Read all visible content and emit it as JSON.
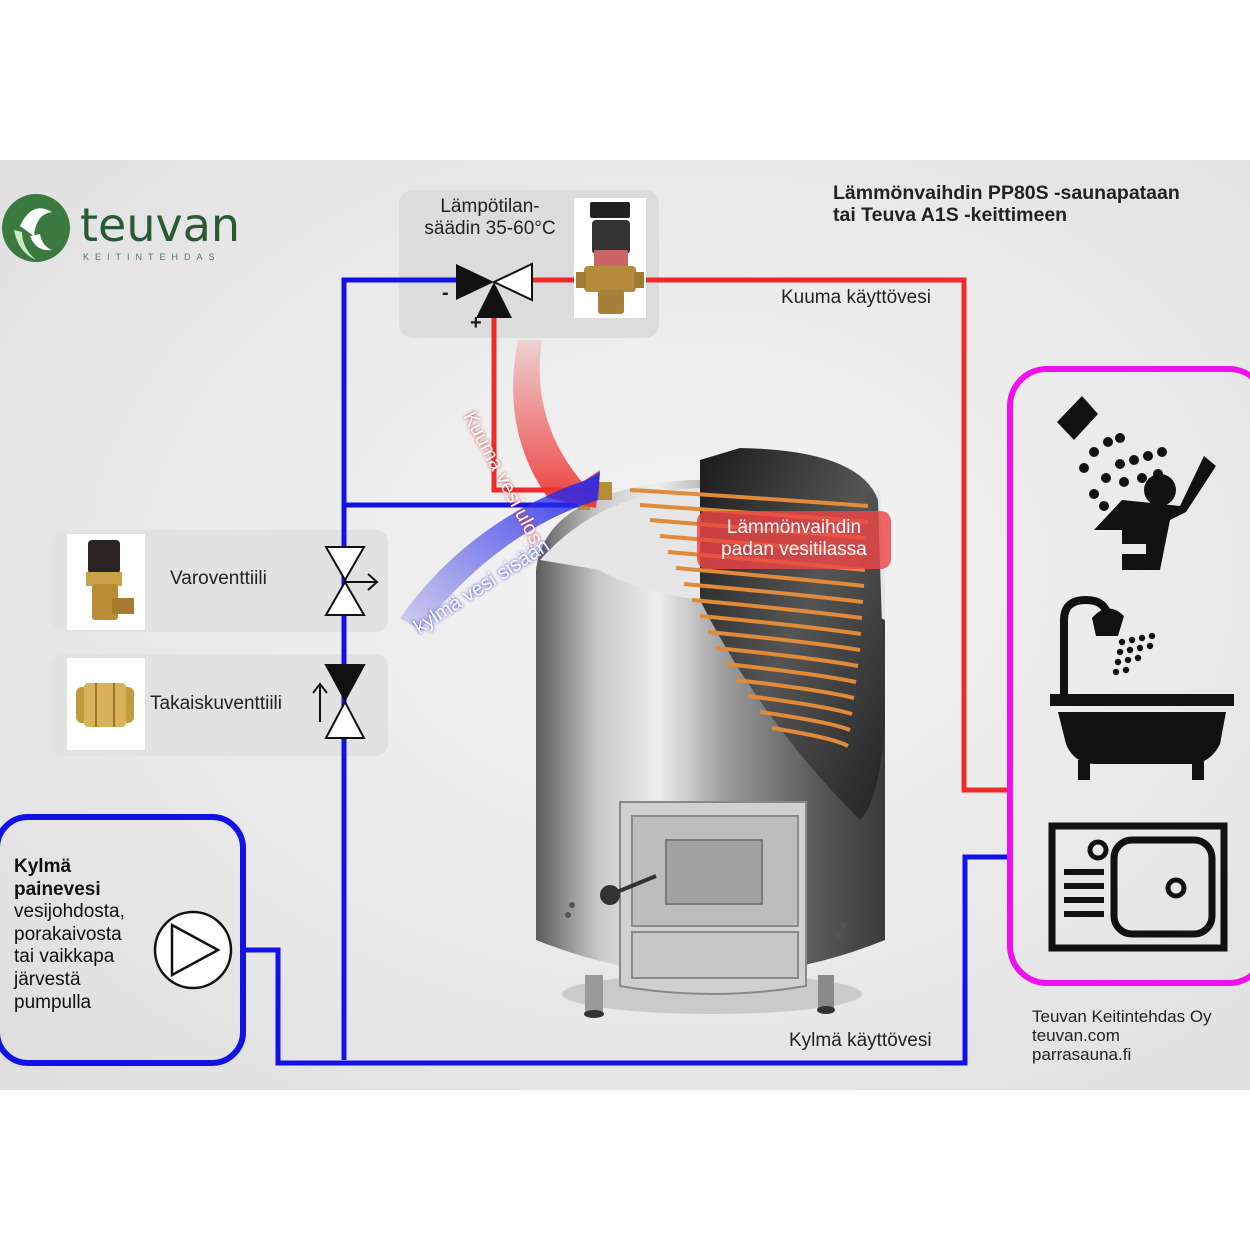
{
  "logo": {
    "name": "teuvan",
    "subtitle": "KEITINTEHDAS"
  },
  "title": {
    "line1": "Lämmönvaihdin PP80S -saunapataan",
    "line2": "tai Teuva A1S -keittimeen"
  },
  "thermostatic_valve": {
    "label_line1": "Lämpötilan-",
    "label_line2": "säädin 35-60°C",
    "minus": "-",
    "plus": "+"
  },
  "pipes": {
    "hot_water_label": "Kuuma käyttövesi",
    "cold_water_label": "Kylmä käyttövesi",
    "hot_out_label": "Kuuma vesi ulos",
    "cold_in_label": "kylmä vesi sisään"
  },
  "heat_exchanger_label": {
    "line1": "Lämmönvaihdin",
    "line2": "padan vesitilassa"
  },
  "valves": [
    {
      "label": "Varoventtiili",
      "icon": "safety-valve-icon"
    },
    {
      "label": "Takaiskuventtiili",
      "icon": "check-valve-icon"
    }
  ],
  "cold_supply": {
    "line1": "Kylmä",
    "line2": "painevesi",
    "line3": "vesijohdosta,",
    "line4": "porakaivosta",
    "line5": "tai vaikkapa",
    "line6": "järvestä",
    "line7": "pumpulla",
    "icon": "pump-icon"
  },
  "consumers": [
    {
      "icon": "shower-person-icon"
    },
    {
      "icon": "bathtub-icon"
    },
    {
      "icon": "kitchen-sink-icon"
    }
  ],
  "company": {
    "name": "Teuvan Keitintehdas Oy",
    "site1": "teuvan.com",
    "site2": "parrasauna.fi"
  },
  "colors": {
    "hot_pipe": "#ee2a2a",
    "cold_pipe": "#1212e6",
    "consumer_frame": "#ee11ee",
    "logo_green": "#2a5a34"
  }
}
